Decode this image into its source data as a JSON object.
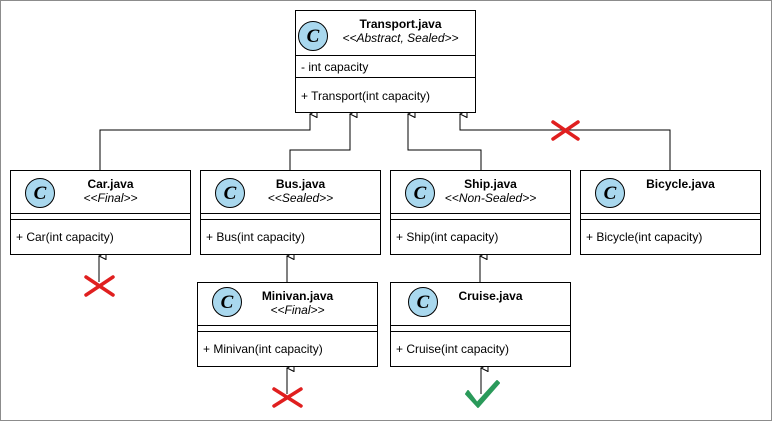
{
  "classes": {
    "transport": {
      "name": "Transport.java",
      "stereotype": "<<Abstract, Sealed>>",
      "field": "- int capacity",
      "method": "+ Transport(int capacity)",
      "icon": "C"
    },
    "car": {
      "name": "Car.java",
      "stereotype": "<<Final>>",
      "method": "+ Car(int capacity)",
      "icon": "C"
    },
    "bus": {
      "name": "Bus.java",
      "stereotype": "<<Sealed>>",
      "method": "+ Bus(int capacity)",
      "icon": "C"
    },
    "ship": {
      "name": "Ship.java",
      "stereotype": "<<Non-Sealed>>",
      "method": "+ Ship(int capacity)",
      "icon": "C"
    },
    "bicycle": {
      "name": "Bicycle.java",
      "method": "+ Bicycle(int capacity)",
      "icon": "C"
    },
    "minivan": {
      "name": "Minivan.java",
      "stereotype": "<<Final>>",
      "method": "+ Minivan(int capacity)",
      "icon": "C"
    },
    "cruise": {
      "name": "Cruise.java",
      "method": "+ Cruise(int capacity)",
      "icon": "C"
    }
  },
  "markers": {
    "cross_icon": "cross-icon",
    "check_icon": "checkmark-icon",
    "cross_color": "#e01f1f",
    "check_color": "#2a9a5a"
  },
  "colors": {
    "badge": "#a9d8ee",
    "line": "#000000"
  }
}
